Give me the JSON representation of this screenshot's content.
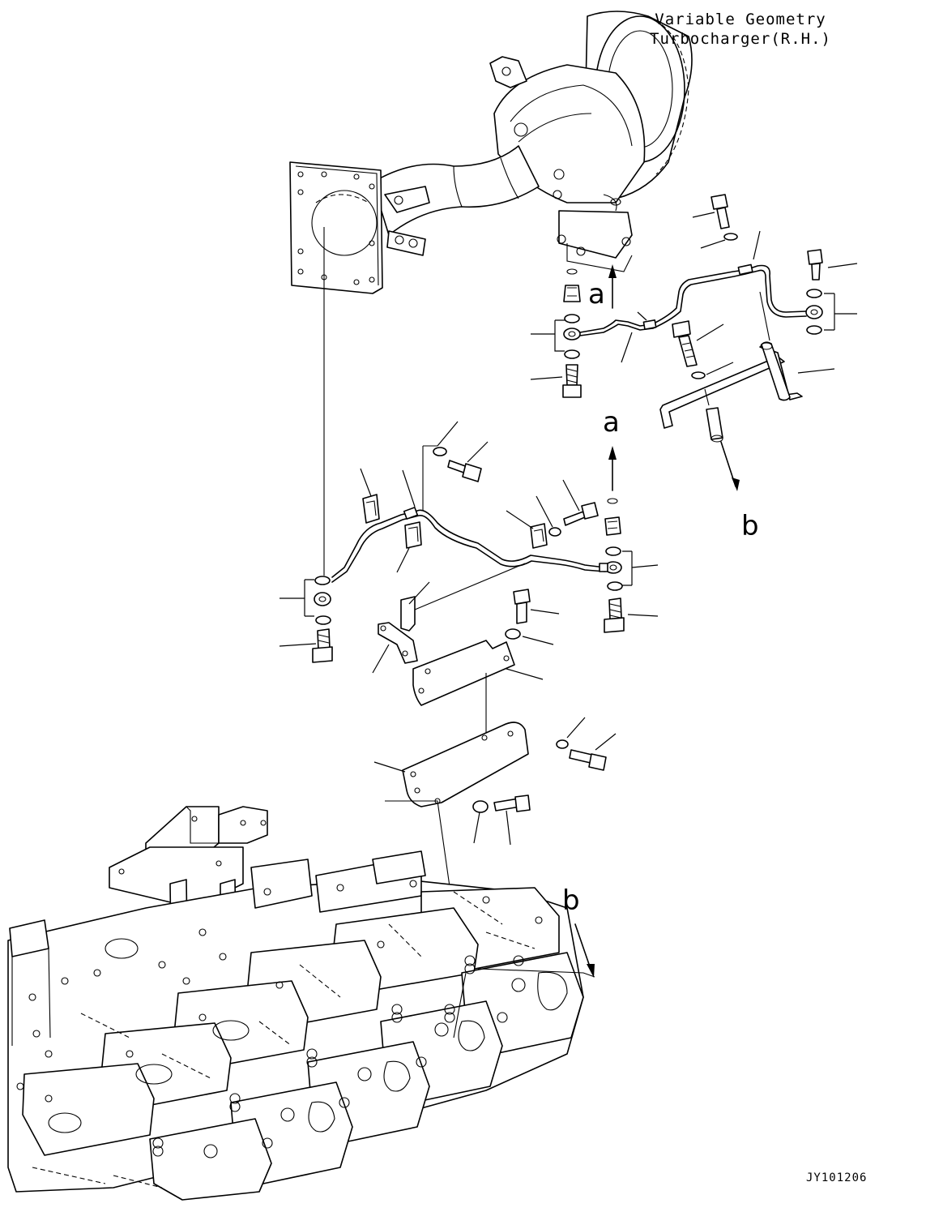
{
  "component_title_line1": "Variable Geometry",
  "component_title_line2": "Turbocharger(R.H.)",
  "view_refs": {
    "a_upper": "a",
    "a_lower": "a",
    "b_right": "b",
    "b_lower": "b"
  },
  "drawing_code": "JY101206"
}
